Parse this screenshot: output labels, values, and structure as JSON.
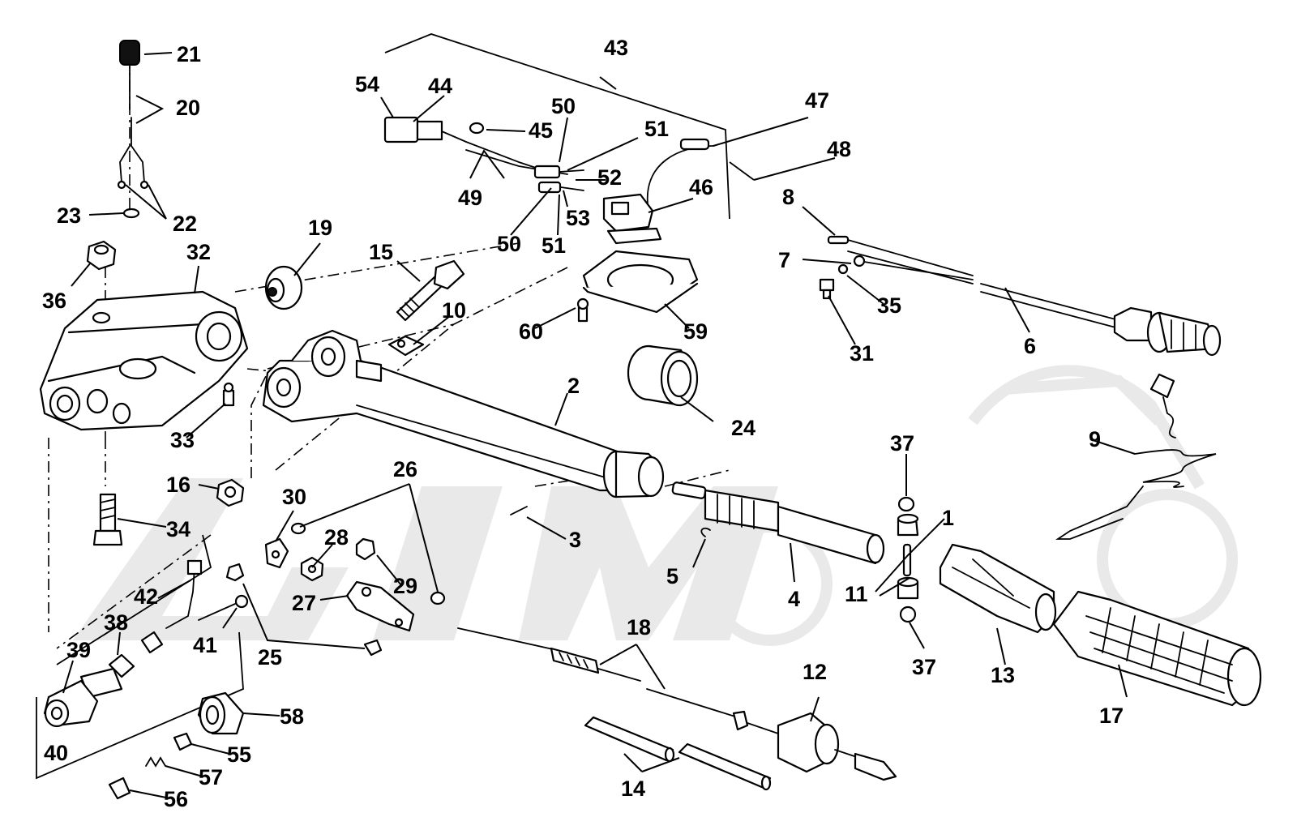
{
  "labels": {
    "l1": "1",
    "l2": "2",
    "l3": "3",
    "l4": "4",
    "l5": "5",
    "l6": "6",
    "l7": "7",
    "l8": "8",
    "l9": "9",
    "l10": "10",
    "l11": "11",
    "l12": "12",
    "l13": "13",
    "l14": "14",
    "l15": "15",
    "l16": "16",
    "l17": "17",
    "l18": "18",
    "l19": "19",
    "l20": "20",
    "l21": "21",
    "l22": "22",
    "l23": "23",
    "l24": "24",
    "l25": "25",
    "l26": "26",
    "l27": "27",
    "l28": "28",
    "l29": "29",
    "l30": "30",
    "l31": "31",
    "l32": "32",
    "l33": "33",
    "l34": "34",
    "l35": "35",
    "l36": "36",
    "l37a": "37",
    "l37b": "37",
    "l38": "38",
    "l39": "39",
    "l40": "40",
    "l41": "41",
    "l42": "42",
    "l43": "43",
    "l44": "44",
    "l45": "45",
    "l46": "46",
    "l47": "47",
    "l48": "48",
    "l49": "49",
    "l50a": "50",
    "l50b": "50",
    "l51a": "51",
    "l51b": "51",
    "l52": "52",
    "l53": "53",
    "l54": "54",
    "l55": "55",
    "l56": "56",
    "l57": "57",
    "l58": "58",
    "l59": "59",
    "l60": "60"
  },
  "colors": {
    "line": "#000000",
    "paper": "#ffffff",
    "watermark": "#e9e9e9"
  }
}
